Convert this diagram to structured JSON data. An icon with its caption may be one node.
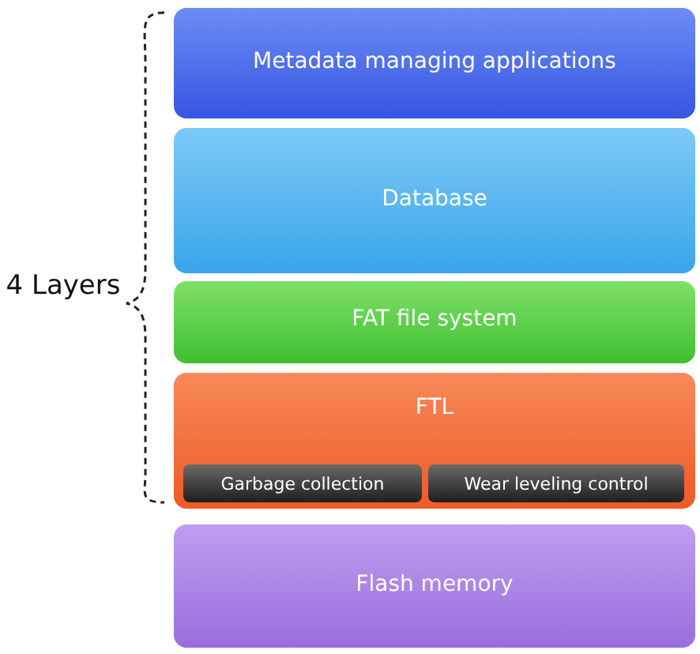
{
  "diagram": {
    "nodes": [
      {
        "text": [
          "Metadata managing applications"
        ]
      },
      {
        "text": [
          "Database"
        ]
      },
      {
        "text": [
          "FAT file system"
        ]
      },
      {
        "text": [
          "FTL"
        ]
      },
      {
        "text": [
          "Garbage collection"
        ],
        "in": 3
      },
      {
        "text": [
          "Wear leveling control"
        ],
        "in": 3
      },
      {
        "text": [
          "Flash memory"
        ]
      }
    ],
    "labels": [
      "4 Layers"
    ]
  }
}
